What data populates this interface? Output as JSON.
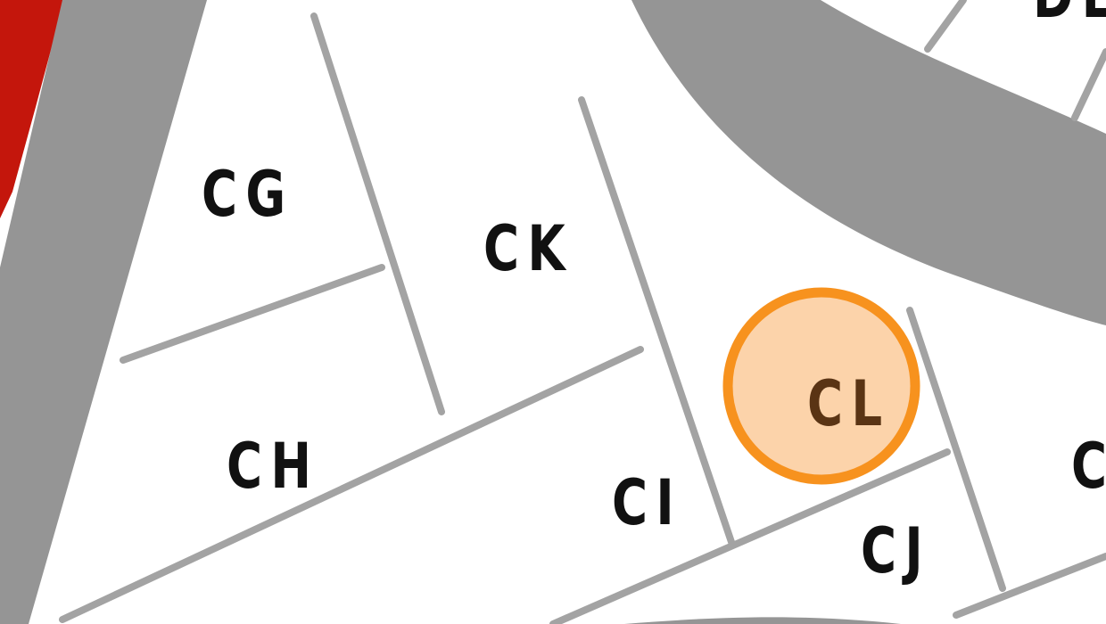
{
  "map": {
    "colors": {
      "road": "#959595",
      "divider": "#a3a3a3",
      "red_area": "#c4160c",
      "highlight_fill": "#fcd3aa",
      "highlight_stroke": "#f7921e",
      "label": "#111111",
      "highlight_label": "#5a3414"
    },
    "lots": [
      {
        "id": "CG",
        "label": "CG",
        "highlighted": false
      },
      {
        "id": "CH",
        "label": "CH",
        "highlighted": false
      },
      {
        "id": "CK",
        "label": "CK",
        "highlighted": false
      },
      {
        "id": "CI",
        "label": "CI",
        "highlighted": false
      },
      {
        "id": "CL",
        "label": "CL",
        "highlighted": true
      },
      {
        "id": "CJ",
        "label": "CJ",
        "highlighted": false
      },
      {
        "id": "edge_right",
        "label": "C",
        "highlighted": false
      },
      {
        "id": "edge_top",
        "label": "DE",
        "highlighted": false
      }
    ],
    "selected_lot": "CL"
  }
}
